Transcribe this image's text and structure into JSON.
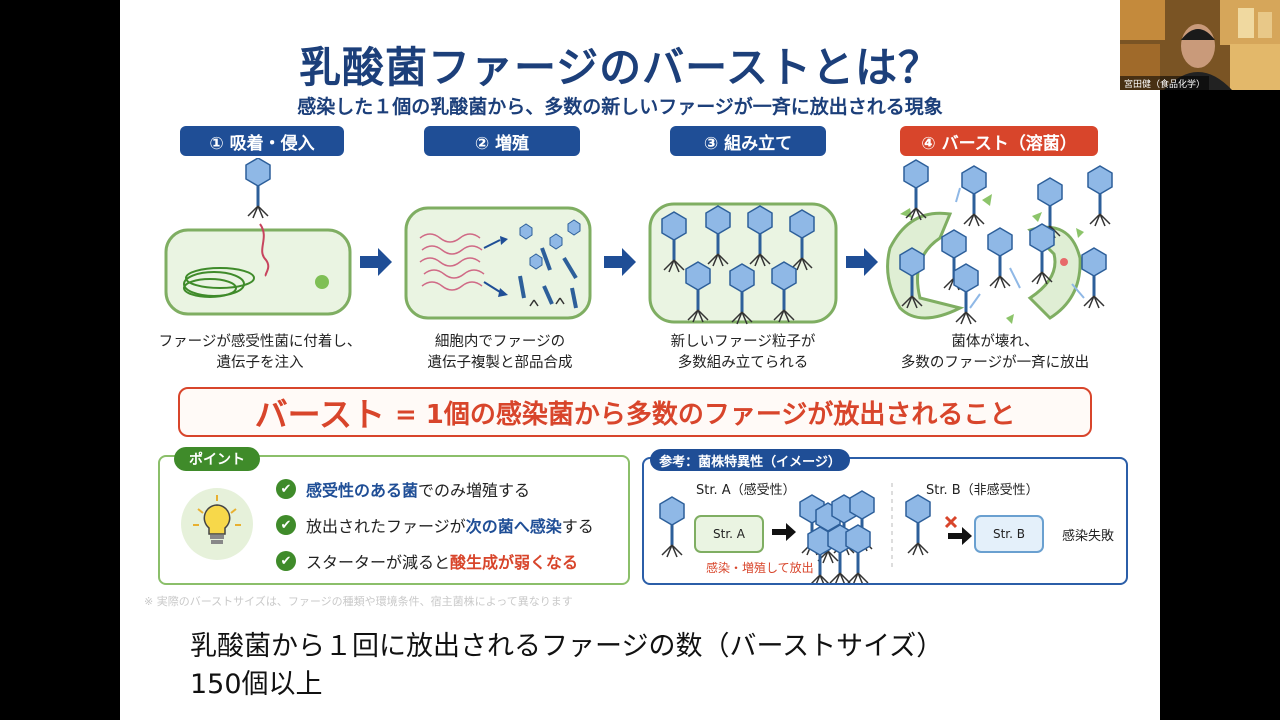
{
  "slide": {
    "title": "乳酸菌ファージのバーストとは？",
    "subtitle": "感染した１個の乳酸菌から、多数の新しいファージが一斉に放出される現象",
    "steps": [
      {
        "label": "① 吸着・侵入",
        "desc1": "ファージが感受性菌に付着し、",
        "desc2": "遺伝子を注入"
      },
      {
        "label": "② 増殖",
        "desc1": "細胞内でファージの",
        "desc2": "遺伝子複製と部品合成"
      },
      {
        "label": "③ 組み立て",
        "desc1": "新しいファージ粒子が",
        "desc2": "多数組み立てられる"
      },
      {
        "label": "④ バースト（溶菌）",
        "desc1": "菌体が壊れ、",
        "desc2": "多数のファージが一斉に放出"
      }
    ],
    "summary": {
      "highlight": "バースト",
      "text": "= 1個の感染菌から多数のファージが放出されること"
    },
    "point": {
      "tab": "ポイント",
      "rows": [
        {
          "a": "感受性のある菌",
          "b": "でのみ増殖する"
        },
        {
          "a": "放出されたファージが",
          "b": "次の菌へ感染",
          "c": "する"
        },
        {
          "a": "スターターが減ると",
          "b": "酸生成が弱くなる"
        }
      ]
    },
    "reference": {
      "tab": "参考：菌株特異性（イメージ）",
      "strain_a_title": "Str. A（感受性）",
      "strain_a_box": "Str. A",
      "strain_a_caption": "感染・増殖して放出",
      "strain_b_title": "Str. B（非感受性）",
      "strain_b_box": "Str. B",
      "strain_b_result": "感染失敗"
    },
    "footnote": "※ 実際のバーストサイズは、ファージの種類や環境条件、宿主菌株によって異なります"
  },
  "caption": {
    "line1": "乳酸菌から１回に放出されるファージの数（バーストサイズ）",
    "line2": "150個以上"
  },
  "webcam": {
    "name": "宮田健（食品化学）"
  },
  "colors": {
    "navy": "#1f4e96",
    "red": "#d8452b",
    "green": "#3f8b2a"
  }
}
